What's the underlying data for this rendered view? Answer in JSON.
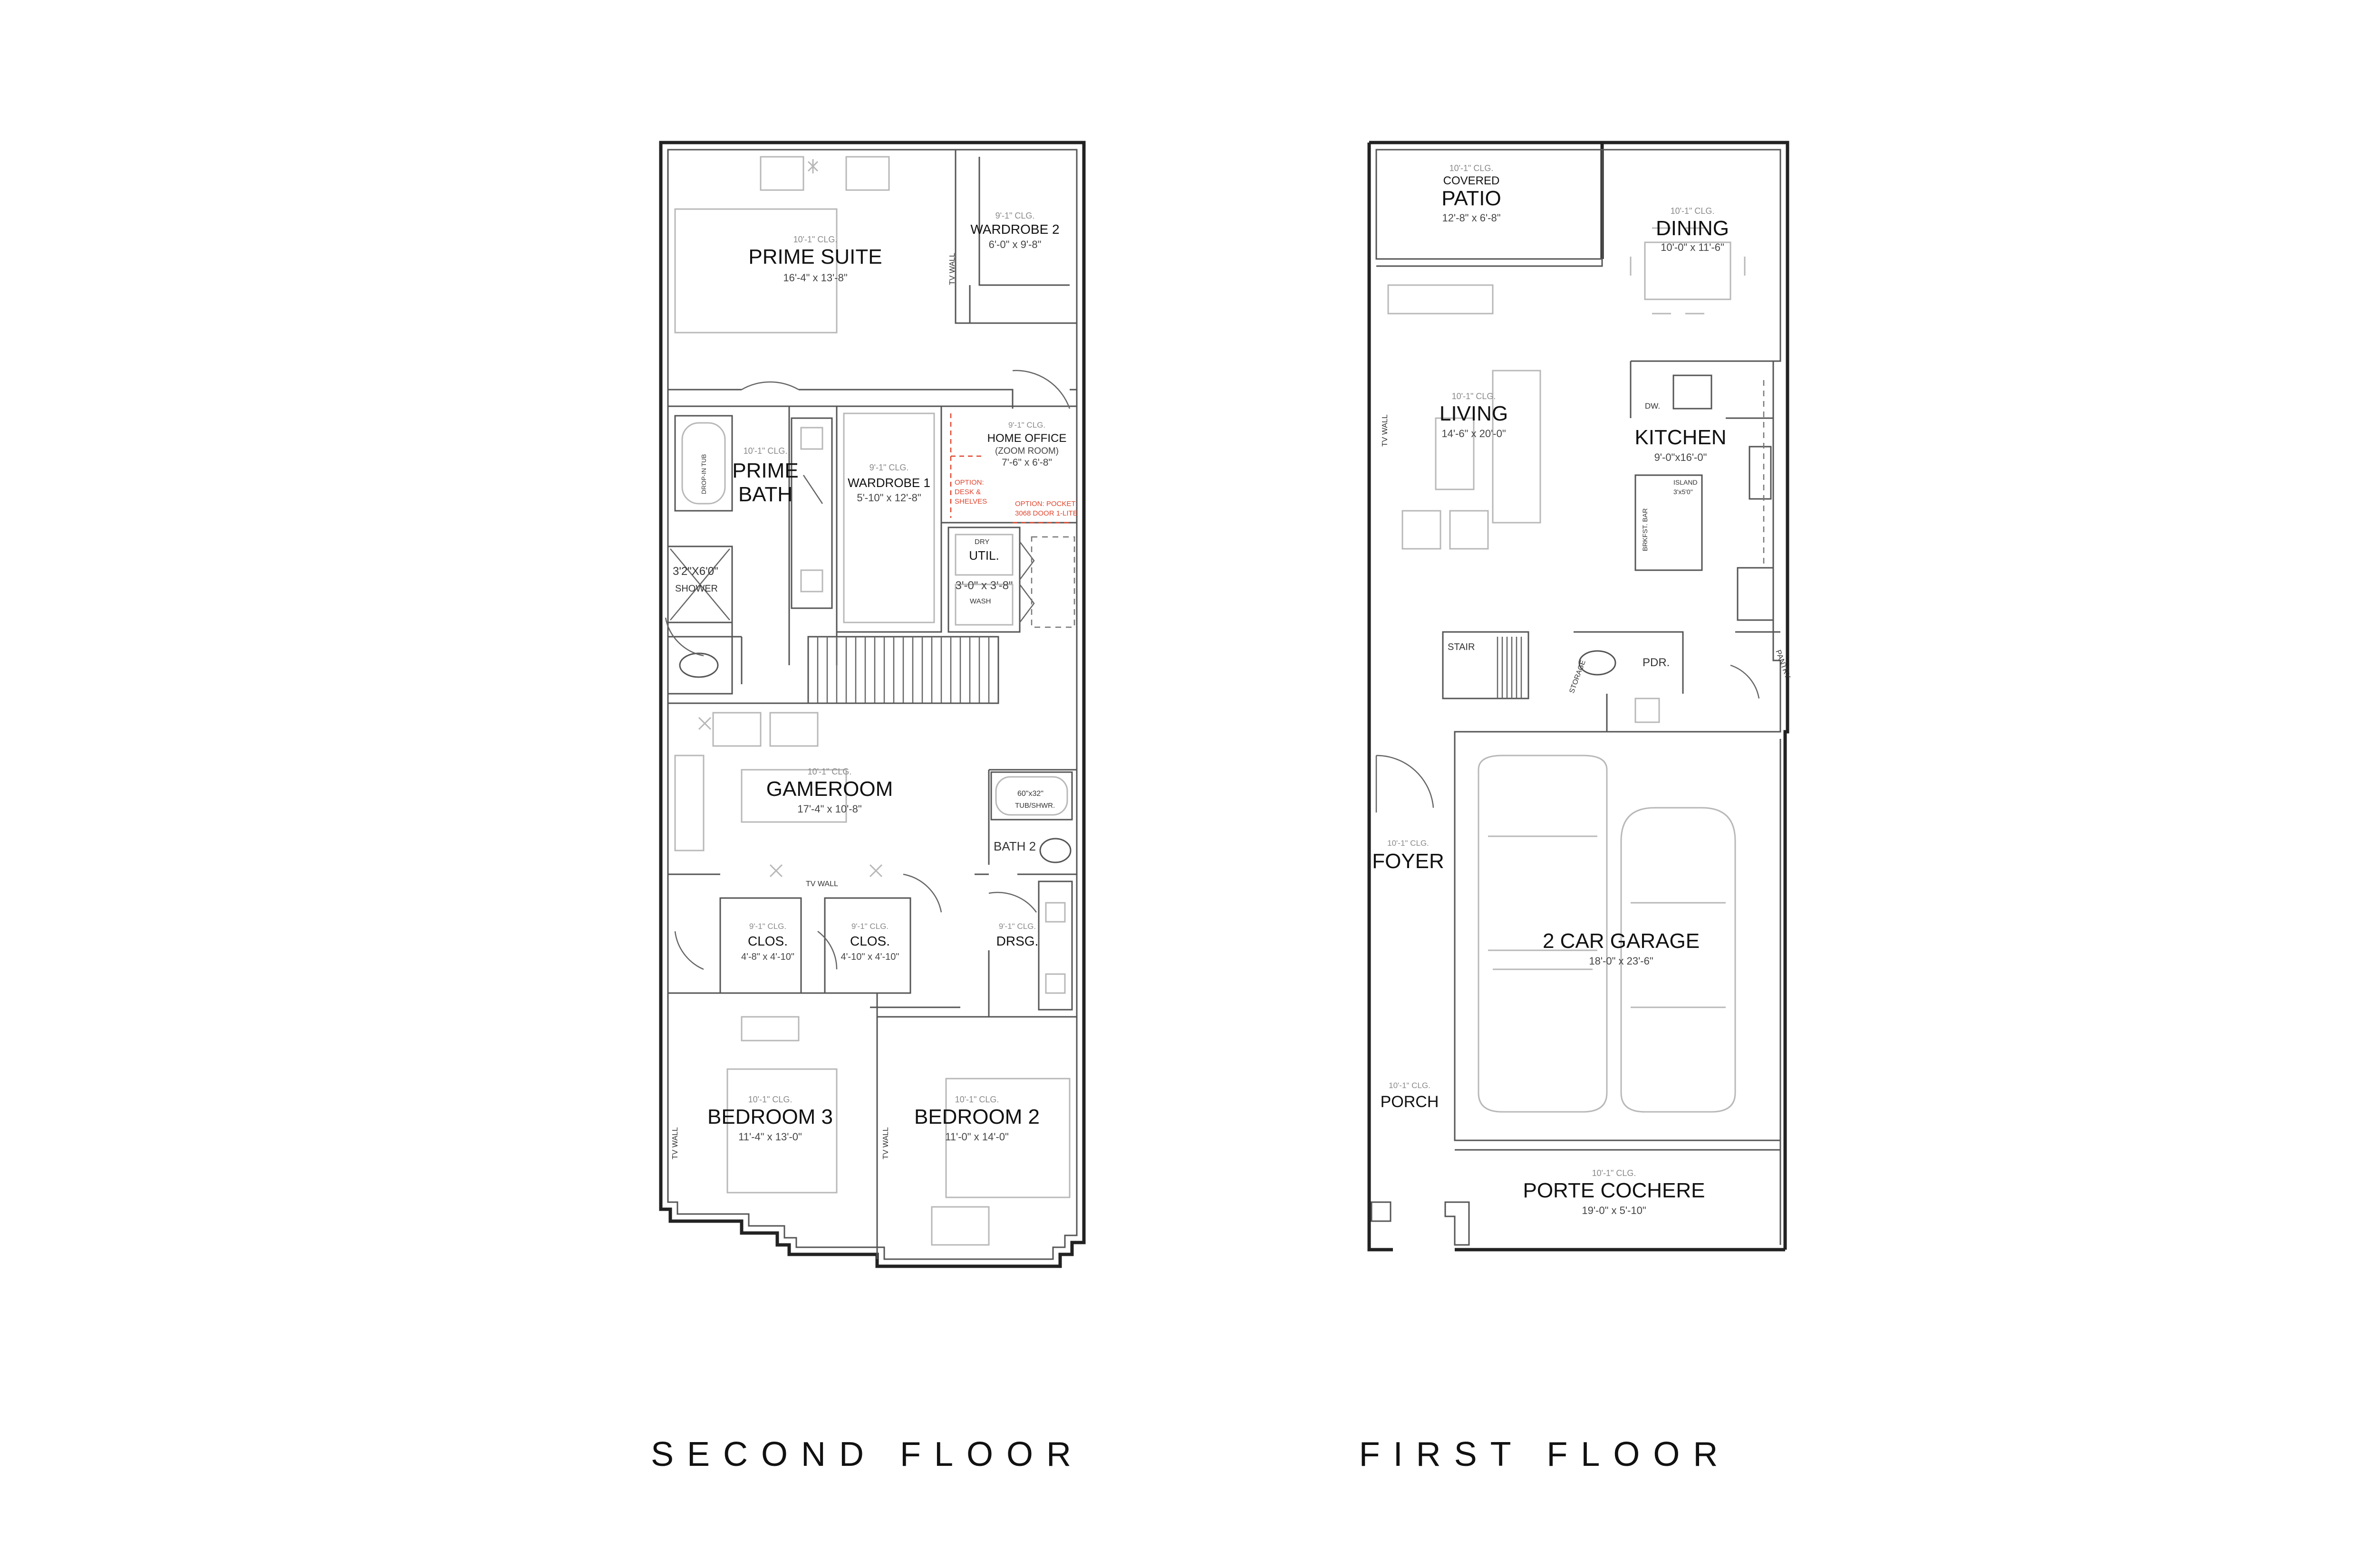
{
  "floor_titles": {
    "second": "SECOND FLOOR",
    "first": "FIRST FLOOR"
  },
  "second_floor": {
    "prime_suite": {
      "clg": "10'-1\" CLG.",
      "name": "PRIME SUITE",
      "dim": "16'-4\" x 13'-8\""
    },
    "wardrobe_2": {
      "clg": "9'-1\" CLG.",
      "name": "WARDROBE 2",
      "dim": "6'-0\" x 9'-8\""
    },
    "prime_bath": {
      "clg": "10'-1\" CLG.",
      "name_line1": "PRIME",
      "name_line2": "BATH"
    },
    "tub_note": "DROP-IN TUB",
    "shower": {
      "dim": "3'2\"X6'0\"",
      "name": "SHOWER"
    },
    "wardrobe_1": {
      "clg": "9'-1\" CLG.",
      "name": "WARDROBE 1",
      "dim": "5'-10\" x 12'-8\""
    },
    "home_office": {
      "clg": "9'-1\" CLG.",
      "name": "HOME OFFICE",
      "sub": "(ZOOM ROOM)",
      "dim": "7'-6\" x 6'-8\""
    },
    "option_desk": {
      "line1": "OPTION:",
      "line2": "DESK &",
      "line3": "SHELVES"
    },
    "option_door": {
      "line1": "OPTION: POCKET",
      "line2": "3068 DOOR 1-LITE"
    },
    "util": {
      "name": "UTIL.",
      "dim": "3'-0\" x 3'-8\"",
      "dry": "DRY",
      "wash": "WASH"
    },
    "gameroom": {
      "clg": "10'-1\" CLG.",
      "name": "GAMEROOM",
      "dim": "17'-4\" x 10'-8\""
    },
    "tv_wall": "TV WALL",
    "tv_wall_suite": "TV WALL",
    "tv_wall_bed3": "TV WALL",
    "tv_wall_bed2": "TV WALL",
    "tub_shwr": {
      "dim": "60\"x32\"",
      "name": "TUB/SHWR."
    },
    "bath_2": {
      "name": "BATH 2"
    },
    "drsg": {
      "clg": "9'-1\" CLG.",
      "name": "DRSG."
    },
    "clos_left": {
      "clg": "9'-1\" CLG.",
      "name": "CLOS.",
      "dim": "4'-8\" x 4'-10\""
    },
    "clos_right": {
      "clg": "9'-1\" CLG.",
      "name": "CLOS.",
      "dim": "4'-10\" x 4'-10\""
    },
    "bedroom_3": {
      "clg": "10'-1\" CLG.",
      "name": "BEDROOM 3",
      "dim": "11'-4\" x 13'-0\""
    },
    "bedroom_2": {
      "clg": "10'-1\" CLG.",
      "name": "BEDROOM 2",
      "dim": "11'-0\" x 14'-0\""
    }
  },
  "first_floor": {
    "patio": {
      "clg": "10'-1\" CLG.",
      "name_line1": "COVERED",
      "name_line2": "PATIO",
      "dim": "12'-8\" x 6'-8\""
    },
    "dining": {
      "clg": "10'-1\" CLG.",
      "name": "DINING",
      "dim": "10'-0\" x 11'-6\""
    },
    "living": {
      "clg": "10'-1\" CLG.",
      "name": "LIVING",
      "dim": "14'-6\" x 20'-0\""
    },
    "tv_wall": "TV WALL",
    "kitchen": {
      "name": "KITCHEN",
      "dim": "9'-0\"x16'-0\""
    },
    "dw": "DW.",
    "island": {
      "line1": "ISLAND",
      "line2": "3'x5'0\""
    },
    "brkfst_bar": "BRKFST. BAR",
    "stair": "STAIR",
    "storage": "STORAGE",
    "pdr": "PDR.",
    "pantry": "PANTRY",
    "foyer": {
      "clg": "10'-1\" CLG.",
      "name": "FOYER"
    },
    "garage": {
      "name": "2 CAR GARAGE",
      "dim": "18'-0\" x 23'-6\""
    },
    "porch": {
      "clg": "10'-1\" CLG.",
      "name": "PORCH"
    },
    "porte_cochere": {
      "clg": "10'-1\" CLG.",
      "name": "PORTE COCHERE",
      "dim": "19'-0\" x 5'-10\""
    }
  }
}
